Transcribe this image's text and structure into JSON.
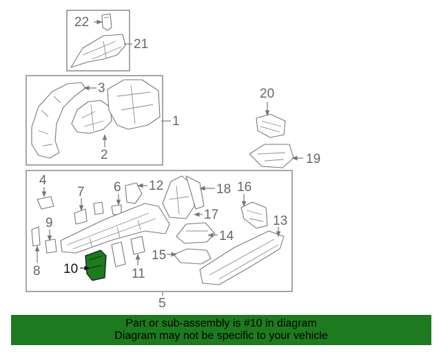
{
  "diagram": {
    "callouts": {
      "c1": "1",
      "c2": "2",
      "c3": "3",
      "c4": "4",
      "c5": "5",
      "c6": "6",
      "c7": "7",
      "c8": "8",
      "c9": "9",
      "c10": "10",
      "c11": "11",
      "c12": "12",
      "c13": "13",
      "c14": "14",
      "c15": "15",
      "c16": "16",
      "c17": "17",
      "c18": "18",
      "c19": "19",
      "c20": "20",
      "c21": "21",
      "c22": "22"
    },
    "highlighted_part": "10",
    "highlight_color": "#1e7a1e"
  },
  "banner": {
    "line1": "Part or sub-assembly is #10 in diagram",
    "line2": "Diagram may not be specific to your vehicle",
    "color": "#1e7a1e"
  }
}
